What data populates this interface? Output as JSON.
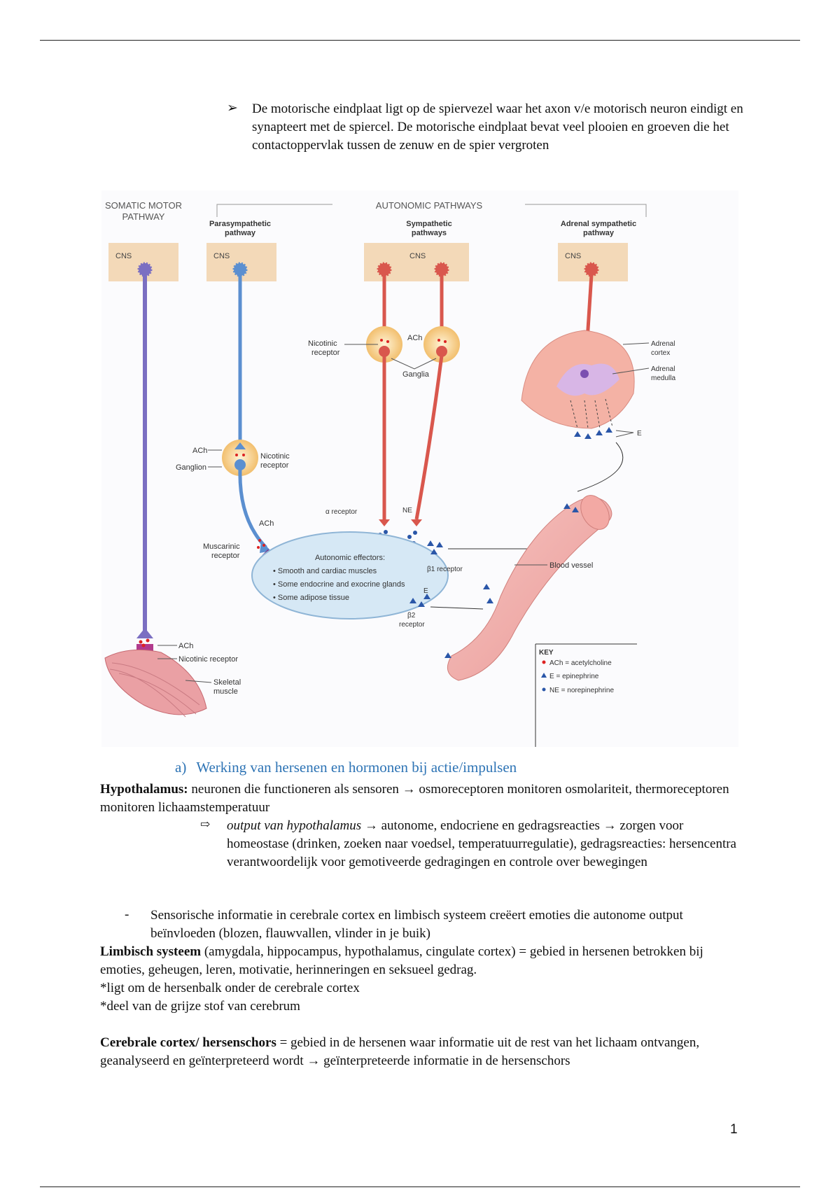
{
  "intro": {
    "text": "De motorische eindplaat ligt op de spiervezel waar het axon v/e motorisch neuron eindigt en synapteert met de spiercel. De motorische eindplaat bevat veel plooien en groeven die het contactoppervlak tussen de zenuw en de spier vergroten"
  },
  "figure": {
    "somatic_title_1": "SOMATIC MOTOR",
    "somatic_title_2": "PATHWAY",
    "autonomic_title": "AUTONOMIC PATHWAYS",
    "para_title_1": "Parasympathetic",
    "para_title_2": "pathway",
    "symp_title_1": "Sympathetic",
    "symp_title_2": "pathways",
    "adrenal_title_1": "Adrenal sympathetic",
    "adrenal_title_2": "pathway",
    "cns": "CNS",
    "ach": "ACh",
    "ganglion": "Ganglion",
    "nicotinic_1": "Nicotinic",
    "nicotinic_2": "receptor",
    "ganglia": "Ganglia",
    "adrenal_cortex_1": "Adrenal",
    "adrenal_cortex_2": "cortex",
    "adrenal_medulla_1": "Adrenal",
    "adrenal_medulla_2": "medulla",
    "e": "E",
    "alpha_receptor": "α receptor",
    "ne": "NE",
    "muscarinic_1": "Muscarinic",
    "muscarinic_2": "receptor",
    "effectors_title": "Autonomic effectors:",
    "effector_1": "• Smooth and cardiac muscles",
    "effector_2": "• Some endocrine and exocrine glands",
    "effector_3": "• Some adipose tissue",
    "beta1": "β1 receptor",
    "beta2_1": "β2",
    "beta2_2": "receptor",
    "blood_vessel": "Blood vessel",
    "nicotinic_receptor_full": "Nicotinic receptor",
    "skeletal_1": "Skeletal",
    "skeletal_2": "muscle",
    "key_title": "KEY",
    "key_ach": "ACh = acetylcholine",
    "key_e": "E    = epinephrine",
    "key_ne": "NE   = norepinephrine"
  },
  "section_a": {
    "label": "a)",
    "title": "Werking van hersenen en hormonen bij actie/impulsen"
  },
  "hypothalamus": {
    "term": "Hypothalamus:",
    "text": " neuronen die functioneren als sensoren → osmoreceptoren monitoren osmolariteit, thermoreceptoren monitoren lichaamstemperatuur",
    "arrow": "⇨",
    "output_italic": "output van hypothalamus",
    "output_text": " → autonome, endocriene en gedragsreacties → zorgen voor homeostase (drinken, zoeken naar voedsel, temperatuurregulatie), gedragsreacties: hersencentra verantwoordelijk voor gemotiveerde gedragingen en controle over bewegingen"
  },
  "sensory": {
    "dash": "-",
    "text": "Sensorische informatie in cerebrale cortex en limbisch systeem creëert emoties die autonome output beïnvloeden (blozen, flauwvallen, vlinder in je buik)"
  },
  "limbic": {
    "term": "Limbisch systeem",
    "text": " (amygdala, hippocampus, hypothalamus, cingulate cortex) = gebied in hersenen betrokken bij emoties, geheugen, leren, motivatie, herinneringen en seksueel gedrag.",
    "note_1": "*ligt om de hersenbalk onder de cerebrale cortex",
    "note_2": "*deel van de grijze stof van cerebrum"
  },
  "cortex": {
    "term": "Cerebrale cortex/ hersenschors",
    "text": " = gebied in de hersenen waar informatie uit de rest van het lichaam ontvangen, geanalyseerd en geïnterpreteerd wordt →  geïnterpreteerde informatie in de hersenschors"
  },
  "page_number": "1",
  "colors": {
    "heading": "#2e74b5",
    "somatic": "#7b6fc2",
    "parasympathetic": "#5b8fd0",
    "sympathetic": "#d9574d",
    "cns_box": "#f3d9b8",
    "effector_fill": "#d6e8f5"
  }
}
